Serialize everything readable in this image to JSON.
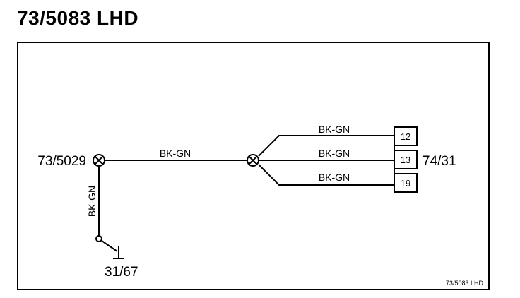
{
  "page": {
    "title": "73/5083 LHD",
    "footer_ref": "73/5083 LHD"
  },
  "diagram": {
    "splice_left": {
      "label": "73/5029"
    },
    "ground": {
      "label": "31/67"
    },
    "connector": {
      "label": "74/31",
      "pins": [
        "12",
        "13",
        "19"
      ]
    },
    "wires": {
      "main": "BK-GN",
      "ground_drop": "BK-GN",
      "branch_top": "BK-GN",
      "branch_mid": "BK-GN",
      "branch_bottom": "BK-GN"
    }
  },
  "colors": {
    "line": "#000000",
    "background": "#ffffff"
  }
}
